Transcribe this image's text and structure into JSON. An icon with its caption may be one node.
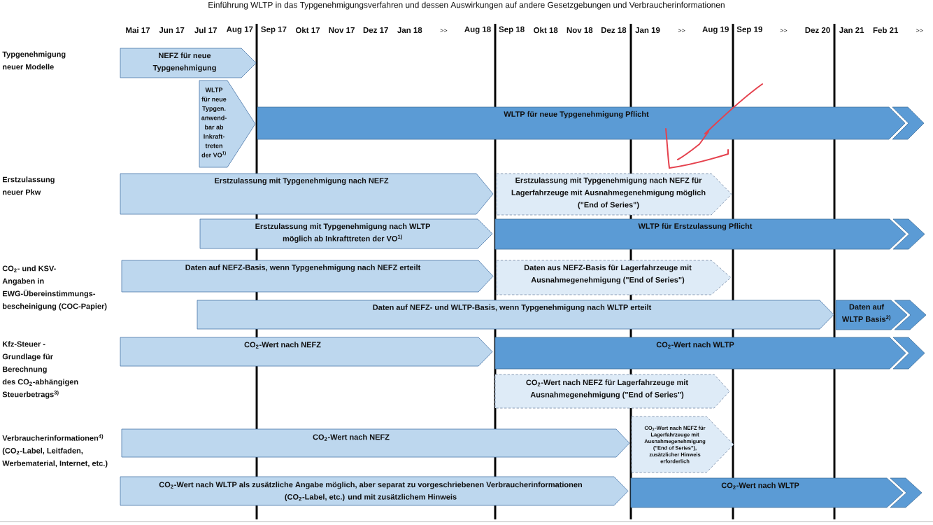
{
  "diagram": {
    "title": "Einführung WLTP in das Typgenehmigungsverfahren und dessen Auswirkungen auf andere Gesetzgebungen und Verbraucherinformationen",
    "nodes": [
      {
        "text": [
          "NEFZ für neue Typgenehmigung"
        ]
      },
      {
        "text": [
          "WLTP für neue Typgen. anwend- bar ab Inkraft- treten der VO$^{1)}$"
        ]
      },
      {
        "text": [
          "WLTP für neue Typgenehmigung Pflicht"
        ]
      },
      {
        "text": [
          "Erstzulassung mit Typgenehmigung nach NEFZ"
        ]
      },
      {
        "text": [
          "Erstzulassung mit Typgenehmigung nach NEFZ für Lagerfahrzeuge mit Ausnahmegenehmigung möglich (\"End of Series\")"
        ]
      },
      {
        "text": [
          "Erstzulassung mit Typgenehmigung nach WLTP möglich ab Inkrafttreten der VO$^{1)}$"
        ]
      },
      {
        "text": [
          "WLTP für Erstzulassung Pflicht"
        ]
      },
      {
        "text": [
          "Daten auf NEFZ-Basis, wenn Typgenehmigung nach NEFZ erteilt"
        ]
      },
      {
        "text": [
          "Daten aus NEFZ-Basis für Lagerfahrzeuge mit Ausnahmegenehmigung (\"End of Series\")"
        ]
      },
      {
        "text": [
          "Daten auf NEFZ- und WLTP-Basis, wenn Typgenehmigung nach WLTP erteilt"
        ]
      },
      {
        "text": [
          "Daten auf WLTP Basis$^{2)}$"
        ]
      },
      {
        "text": [
          "CO$_{2}$-Wert nach NEFZ"
        ]
      },
      {
        "text": [
          "CO$_{2}$-Wert nach WLTP"
        ]
      },
      {
        "text": [
          "CO$_{2}$-Wert nach NEFZ für Lagerfahrzeuge mit Ausnahmegenehmigung (\"End of Series\")"
        ]
      },
      {
        "text": [
          "CO$_{2}$-Wert nach NEFZ"
        ]
      },
      {
        "text": [
          "CO$_{2}$-Wert nach NEFZ für Lagerfahrzeuge mit Ausnahmegenehmigung (\"End of Series\"), zusätzlicher Hinweis erforderlich"
        ]
      },
      {
        "text": [
          "CO$_{2}$-Wert nach WLTP als zusätzliche Angabe möglich, aber separat zu vorgeschriebenen Verbraucherinformationen (CO$_{2}$-Label, etc.) und mit zusätzlichem Hinweis"
        ]
      },
      {
        "text": [
          "CO$_{2}$-Wert nach WLTP"
        ]
      }
    ],
    "labels": [
      "Mai 17",
      "Jun 17",
      "Jul 17",
      "Aug 17",
      "Sep 17",
      "Okt 17",
      "Nov 17",
      "Dez 17",
      "Jan 18",
      ">>",
      "Aug 18",
      "Sep 18",
      "Okt 18",
      "Nov 18",
      "Dez 18",
      "Jan 19",
      ">>",
      "Aug 19",
      "Sep 19",
      ">>",
      "Dez 20",
      "Jan 21",
      "Feb 21",
      ">>",
      "Typgenehmigung neuer Modelle",
      "Erstzulassung neuer Pkw",
      "CO$_{2}$- und KSV- Angaben in EWG-Übereinstimmungs- bescheinigung (COC-Papier)",
      "Kfz-Steuer - Grundlage für Berechnung des CO$_{2}$-abhängigen Steuerbetrags$^{3)}$",
      "Verbraucherinformationen$^{4)}$ (CO$_{2}$-Label, Leitfaden, Werbematerial, Internet, etc.)"
    ]
  }
}
